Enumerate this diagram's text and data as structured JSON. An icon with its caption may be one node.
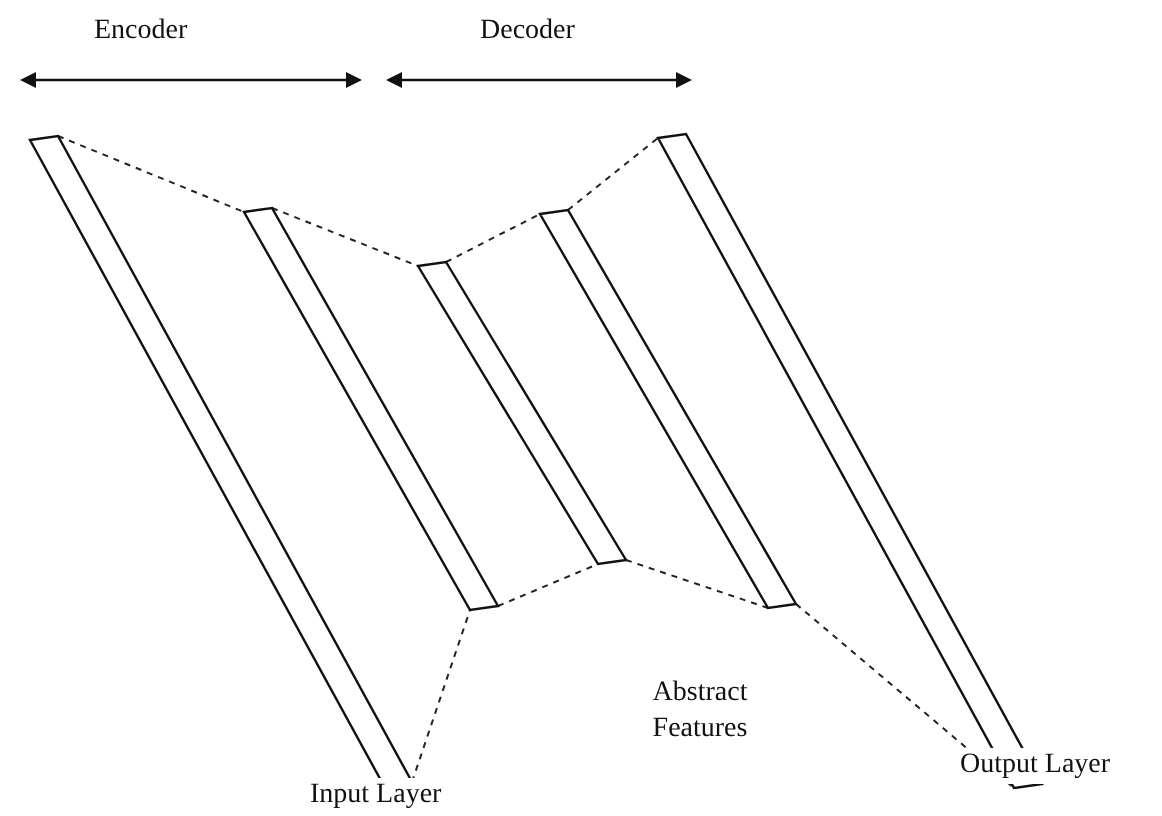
{
  "diagram": {
    "nodes": [
      {
        "text": [],
        "shape": "bar",
        "beside": [
          "Input Layer"
        ]
      },
      {
        "text": [],
        "shape": "bar"
      },
      {
        "text": [],
        "shape": "bar"
      },
      {
        "text": [],
        "shape": "bar"
      },
      {
        "text": [],
        "shape": "bar",
        "beside": [
          "Output Layer"
        ]
      }
    ],
    "edges": [
      {
        "from": 0,
        "to": 1,
        "arrow": "none",
        "style": "dashed"
      },
      {
        "from": 0,
        "to": 1,
        "arrow": "none",
        "style": "dashed"
      },
      {
        "from": 1,
        "to": 2,
        "arrow": "none",
        "style": "dashed"
      },
      {
        "from": 1,
        "to": 2,
        "arrow": "none",
        "style": "dashed"
      },
      {
        "from": 2,
        "to": 3,
        "arrow": "none",
        "style": "dashed"
      },
      {
        "from": 2,
        "to": 3,
        "arrow": "none",
        "style": "dashed"
      },
      {
        "from": 3,
        "to": 4,
        "arrow": "none",
        "style": "dashed"
      },
      {
        "from": 3,
        "to": 4,
        "arrow": "none",
        "style": "dashed"
      }
    ],
    "labels": [
      "Encoder",
      "Decoder",
      "Abstract Features"
    ]
  }
}
